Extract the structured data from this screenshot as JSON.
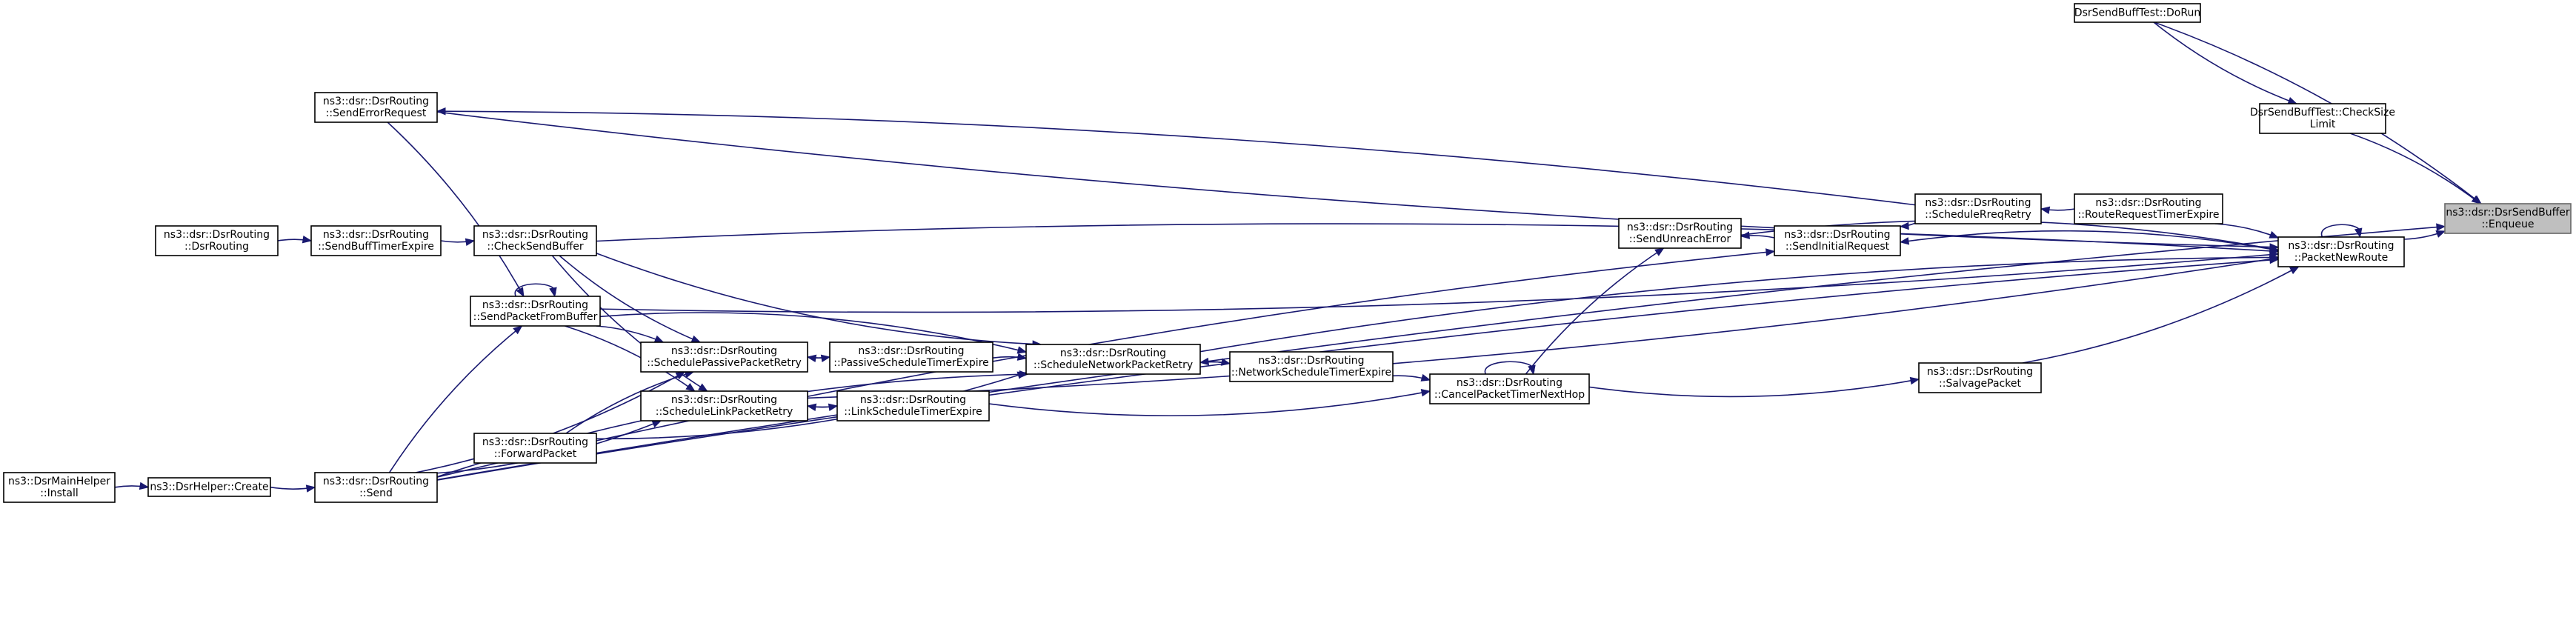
{
  "diagram": {
    "nodes": [
      {
        "id": "enqueue",
        "lines": [
          "ns3::dsr::DsrSendBuffer",
          "::Enqueue"
        ],
        "focus": true
      },
      {
        "id": "dorun",
        "lines": [
          "DsrSendBuffTest::DoRun"
        ]
      },
      {
        "id": "checksize",
        "lines": [
          "DsrSendBuffTest::CheckSize",
          "Limit"
        ]
      },
      {
        "id": "packetnewroute",
        "lines": [
          "ns3::dsr::DsrRouting",
          "::PacketNewRoute"
        ]
      },
      {
        "id": "routerequesttimer",
        "lines": [
          "ns3::dsr::DsrRouting",
          "::RouteRequestTimerExpire"
        ]
      },
      {
        "id": "schedulerreqretry",
        "lines": [
          "ns3::dsr::DsrRouting",
          "::ScheduleRreqRetry"
        ]
      },
      {
        "id": "sendinitialrequest",
        "lines": [
          "ns3::dsr::DsrRouting",
          "::SendInitialRequest"
        ]
      },
      {
        "id": "salvagepacket",
        "lines": [
          "ns3::dsr::DsrRouting",
          "::SalvagePacket"
        ]
      },
      {
        "id": "sendunreacherror",
        "lines": [
          "ns3::dsr::DsrRouting",
          "::SendUnreachError"
        ]
      },
      {
        "id": "cancelpackettimer",
        "lines": [
          "ns3::dsr::DsrRouting",
          "::CancelPacketTimerNextHop"
        ]
      },
      {
        "id": "networkschedule",
        "lines": [
          "ns3::dsr::DsrRouting",
          "::NetworkScheduleTimerExpire"
        ]
      },
      {
        "id": "schedulenetwork",
        "lines": [
          "ns3::dsr::DsrRouting",
          "::ScheduleNetworkPacketRetry"
        ]
      },
      {
        "id": "passiveschedule",
        "lines": [
          "ns3::dsr::DsrRouting",
          "::PassiveScheduleTimerExpire"
        ]
      },
      {
        "id": "linkschedule",
        "lines": [
          "ns3::dsr::DsrRouting",
          "::LinkScheduleTimerExpire"
        ]
      },
      {
        "id": "schedulepassive",
        "lines": [
          "ns3::dsr::DsrRouting",
          "::SchedulePassivePacketRetry"
        ]
      },
      {
        "id": "schedulelink",
        "lines": [
          "ns3::dsr::DsrRouting",
          "::ScheduleLinkPacketRetry"
        ]
      },
      {
        "id": "senderrorrequest",
        "lines": [
          "ns3::dsr::DsrRouting",
          "::SendErrorRequest"
        ]
      },
      {
        "id": "checksendbuffer",
        "lines": [
          "ns3::dsr::DsrRouting",
          "::CheckSendBuffer"
        ]
      },
      {
        "id": "sendbufftimer",
        "lines": [
          "ns3::dsr::DsrRouting",
          "::SendBuffTimerExpire"
        ]
      },
      {
        "id": "dsrrouting",
        "lines": [
          "ns3::dsr::DsrRouting",
          "::DsrRouting"
        ]
      },
      {
        "id": "sendpacketfrombuffer",
        "lines": [
          "ns3::dsr::DsrRouting",
          "::SendPacketFromBuffer"
        ]
      },
      {
        "id": "forwardpacket",
        "lines": [
          "ns3::dsr::DsrRouting",
          "::ForwardPacket"
        ]
      },
      {
        "id": "send",
        "lines": [
          "ns3::dsr::DsrRouting",
          "::Send"
        ]
      },
      {
        "id": "dsrhelpercreate",
        "lines": [
          "ns3::DsrHelper::Create"
        ]
      },
      {
        "id": "dsrmainhelper",
        "lines": [
          "ns3::DsrMainHelper",
          "::Install"
        ]
      }
    ],
    "edges": [
      {
        "from": "dorun",
        "to": "enqueue"
      },
      {
        "from": "dorun",
        "to": "checksize"
      },
      {
        "from": "checksize",
        "to": "enqueue"
      },
      {
        "from": "packetnewroute",
        "to": "enqueue"
      },
      {
        "from": "send",
        "to": "enqueue"
      },
      {
        "from": "packetnewroute",
        "to": "packetnewroute"
      },
      {
        "from": "routerequesttimer",
        "to": "packetnewroute"
      },
      {
        "from": "salvagepacket",
        "to": "packetnewroute"
      },
      {
        "from": "sendunreacherror",
        "to": "packetnewroute"
      },
      {
        "from": "senderrorrequest",
        "to": "packetnewroute"
      },
      {
        "from": "checksendbuffer",
        "to": "packetnewroute"
      },
      {
        "from": "sendpacketfrombuffer",
        "to": "packetnewroute"
      },
      {
        "from": "schedulenetwork",
        "to": "packetnewroute"
      },
      {
        "from": "schedulelink",
        "to": "packetnewroute"
      },
      {
        "from": "send",
        "to": "packetnewroute"
      },
      {
        "from": "packetnewroute",
        "to": "sendinitialrequest"
      },
      {
        "from": "routerequesttimer",
        "to": "schedulerreqretry"
      },
      {
        "from": "schedulerreqretry",
        "to": "senderrorrequest"
      },
      {
        "from": "schedulerreqretry",
        "to": "sendinitialrequest"
      },
      {
        "from": "sendinitialrequest",
        "to": "sendunreacherror"
      },
      {
        "from": "send",
        "to": "sendinitialrequest"
      },
      {
        "from": "cancelpackettimer",
        "to": "salvagepacket"
      },
      {
        "from": "cancelpackettimer",
        "to": "sendunreacherror"
      },
      {
        "from": "cancelpackettimer",
        "to": "cancelpackettimer"
      },
      {
        "from": "networkschedule",
        "to": "cancelpackettimer"
      },
      {
        "from": "linkschedule",
        "to": "cancelpackettimer"
      },
      {
        "from": "schedulenetwork",
        "to": "networkschedule"
      },
      {
        "from": "networkschedule",
        "to": "schedulenetwork"
      },
      {
        "from": "passiveschedule",
        "to": "schedulenetwork"
      },
      {
        "from": "checksendbuffer",
        "to": "schedulenetwork"
      },
      {
        "from": "sendpacketfrombuffer",
        "to": "schedulenetwork"
      },
      {
        "from": "forwardpacket",
        "to": "schedulenetwork"
      },
      {
        "from": "send",
        "to": "schedulenetwork"
      },
      {
        "from": "schedulepassive",
        "to": "passiveschedule"
      },
      {
        "from": "passiveschedule",
        "to": "schedulepassive"
      },
      {
        "from": "schedulelink",
        "to": "linkschedule"
      },
      {
        "from": "linkschedule",
        "to": "schedulelink"
      },
      {
        "from": "checksendbuffer",
        "to": "schedulepassive"
      },
      {
        "from": "sendpacketfrombuffer",
        "to": "schedulepassive"
      },
      {
        "from": "send",
        "to": "schedulepassive"
      },
      {
        "from": "forwardpacket",
        "to": "schedulepassive"
      },
      {
        "from": "checksendbuffer",
        "to": "schedulelink"
      },
      {
        "from": "sendpacketfrombuffer",
        "to": "schedulelink"
      },
      {
        "from": "send",
        "to": "schedulelink"
      },
      {
        "from": "senderrorrequest",
        "to": "sendpacketfrombuffer"
      },
      {
        "from": "sendbufftimer",
        "to": "checksendbuffer"
      },
      {
        "from": "dsrrouting",
        "to": "sendbufftimer"
      },
      {
        "from": "sendpacketfrombuffer",
        "to": "sendpacketfrombuffer"
      },
      {
        "from": "send",
        "to": "sendpacketfrombuffer"
      },
      {
        "from": "dsrhelpercreate",
        "to": "send"
      },
      {
        "from": "dsrmainhelper",
        "to": "dsrhelpercreate"
      }
    ]
  }
}
